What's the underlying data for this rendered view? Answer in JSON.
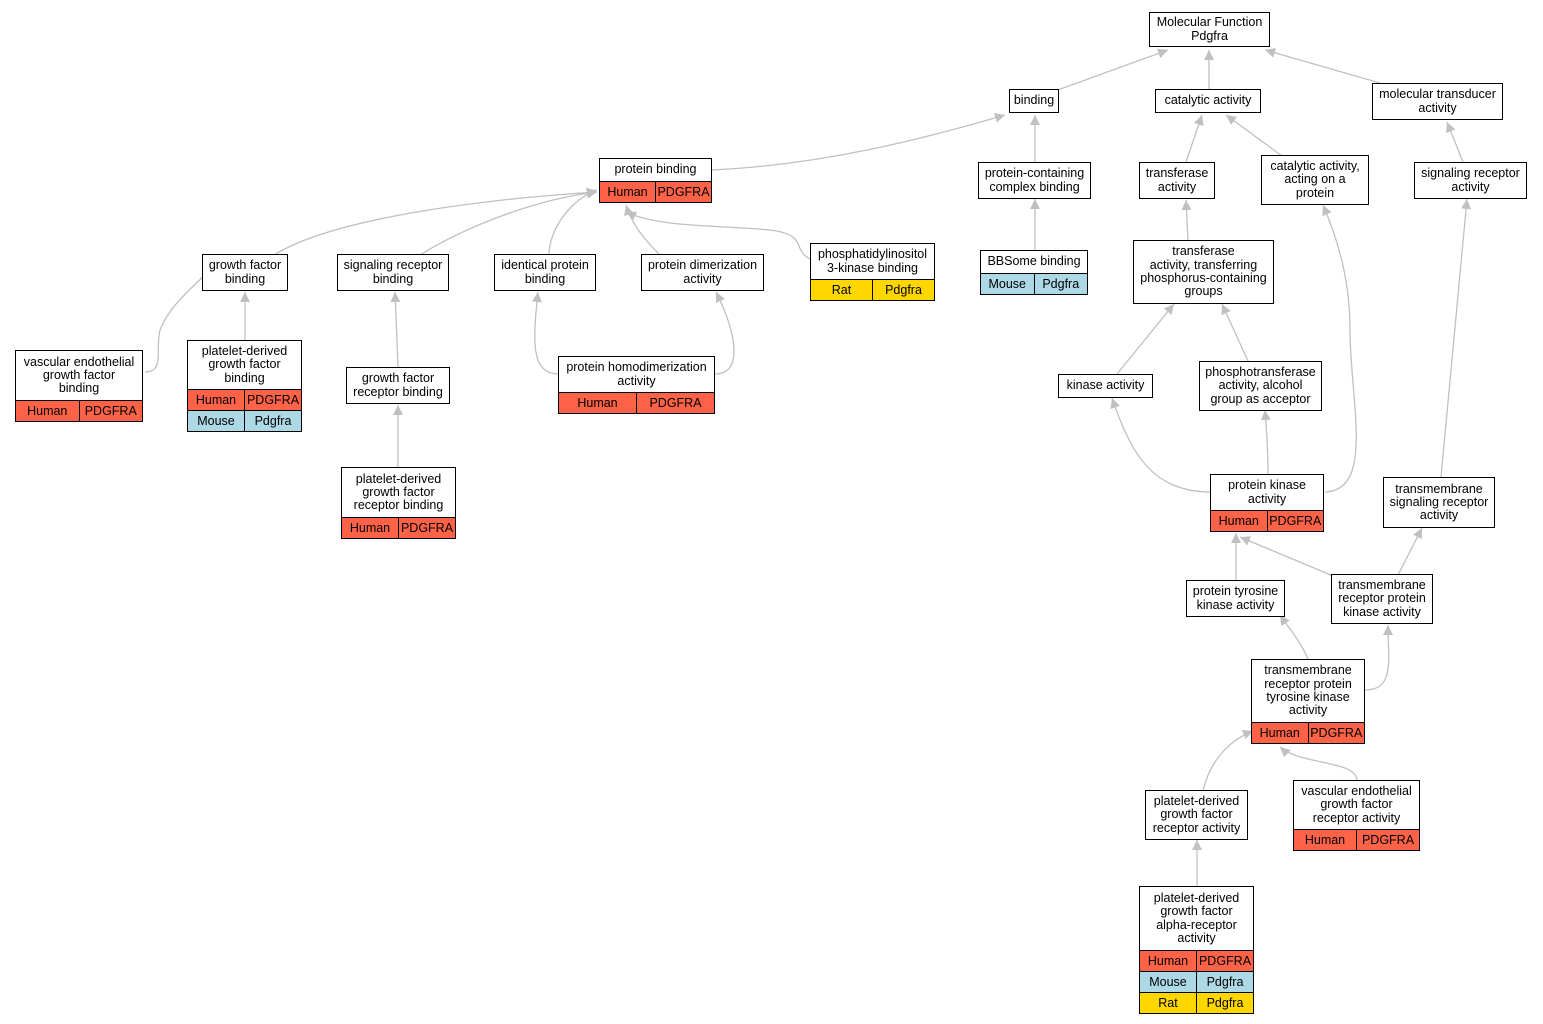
{
  "colors": {
    "human": "#ff6347",
    "mouse": "#add8e6",
    "rat": "#ffd700",
    "edge": "#c0c0c0"
  },
  "nodes": {
    "mf_root": {
      "lines": [
        "Molecular Function",
        "Pdgfra"
      ]
    },
    "binding": {
      "lines": [
        "binding"
      ]
    },
    "catalytic_activity": {
      "lines": [
        "catalytic activity"
      ]
    },
    "molecular_transducer": {
      "lines": [
        "molecular transducer",
        "activity"
      ]
    },
    "protein_binding": {
      "lines": [
        "protein binding"
      ],
      "rows": [
        [
          "Human",
          "PDGFRA"
        ]
      ]
    },
    "protein_containing_complex": {
      "lines": [
        "protein-containing",
        "complex binding"
      ]
    },
    "transferase_activity": {
      "lines": [
        "transferase",
        "activity"
      ]
    },
    "catalytic_acting_on_protein": {
      "lines": [
        "catalytic activity,",
        "acting on a",
        "protein"
      ]
    },
    "signaling_receptor_activity": {
      "lines": [
        "signaling receptor",
        "activity"
      ]
    },
    "growth_factor_binding": {
      "lines": [
        "growth factor",
        "binding"
      ]
    },
    "signaling_receptor_binding": {
      "lines": [
        "signaling receptor",
        "binding"
      ]
    },
    "identical_protein_binding": {
      "lines": [
        "identical protein",
        "binding"
      ]
    },
    "protein_dimerization": {
      "lines": [
        "protein dimerization",
        "activity"
      ]
    },
    "pi3k_binding": {
      "lines": [
        "phosphatidylinositol",
        "3-kinase binding"
      ],
      "rows": [
        [
          "Rat",
          "Pdgfra"
        ]
      ]
    },
    "bbsome_binding": {
      "lines": [
        "BBSome binding"
      ],
      "rows": [
        [
          "Mouse",
          "Pdgfra"
        ]
      ]
    },
    "transferase_phosphorus": {
      "lines": [
        "transferase",
        "activity, transferring",
        "phosphorus-containing",
        "groups"
      ]
    },
    "vegf_binding": {
      "lines": [
        "vascular endothelial",
        "growth factor",
        "binding"
      ],
      "rows": [
        [
          "Human",
          "PDGFRA"
        ]
      ]
    },
    "pdgf_binding": {
      "lines": [
        "platelet-derived",
        "growth factor",
        "binding"
      ],
      "rows": [
        [
          "Human",
          "PDGFRA"
        ],
        [
          "Mouse",
          "Pdgfra"
        ]
      ]
    },
    "growth_factor_receptor_binding": {
      "lines": [
        "growth factor",
        "receptor binding"
      ]
    },
    "protein_homodimerization": {
      "lines": [
        "protein homodimerization",
        "activity"
      ],
      "rows": [
        [
          "Human",
          "PDGFRA"
        ]
      ]
    },
    "kinase_activity": {
      "lines": [
        "kinase activity"
      ]
    },
    "phosphotransferase_alcohol": {
      "lines": [
        "phosphotransferase",
        "activity, alcohol",
        "group as acceptor"
      ]
    },
    "pdgf_receptor_binding": {
      "lines": [
        "platelet-derived",
        "growth factor",
        "receptor binding"
      ],
      "rows": [
        [
          "Human",
          "PDGFRA"
        ]
      ]
    },
    "protein_kinase_activity": {
      "lines": [
        "protein kinase",
        "activity"
      ],
      "rows": [
        [
          "Human",
          "PDGFRA"
        ]
      ]
    },
    "transmembrane_signaling_receptor": {
      "lines": [
        "transmembrane",
        "signaling receptor",
        "activity"
      ]
    },
    "protein_tyrosine_kinase": {
      "lines": [
        "protein tyrosine",
        "kinase activity"
      ]
    },
    "transmembrane_receptor_protein_kinase": {
      "lines": [
        "transmembrane",
        "receptor protein",
        "kinase activity"
      ]
    },
    "transmembrane_rtk": {
      "lines": [
        "transmembrane",
        "receptor protein",
        "tyrosine kinase",
        "activity"
      ],
      "rows": [
        [
          "Human",
          "PDGFRA"
        ]
      ]
    },
    "pdgf_receptor_activity": {
      "lines": [
        "platelet-derived",
        "growth factor",
        "receptor activity"
      ]
    },
    "vegf_receptor_activity": {
      "lines": [
        "vascular endothelial",
        "growth factor",
        "receptor activity"
      ],
      "rows": [
        [
          "Human",
          "PDGFRA"
        ]
      ]
    },
    "pdgf_alpha_receptor": {
      "lines": [
        "platelet-derived",
        "growth factor",
        "alpha-receptor",
        "activity"
      ],
      "rows": [
        [
          "Human",
          "PDGFRA"
        ],
        [
          "Mouse",
          "Pdgfra"
        ],
        [
          "Rat",
          "Pdgfra"
        ]
      ]
    }
  }
}
